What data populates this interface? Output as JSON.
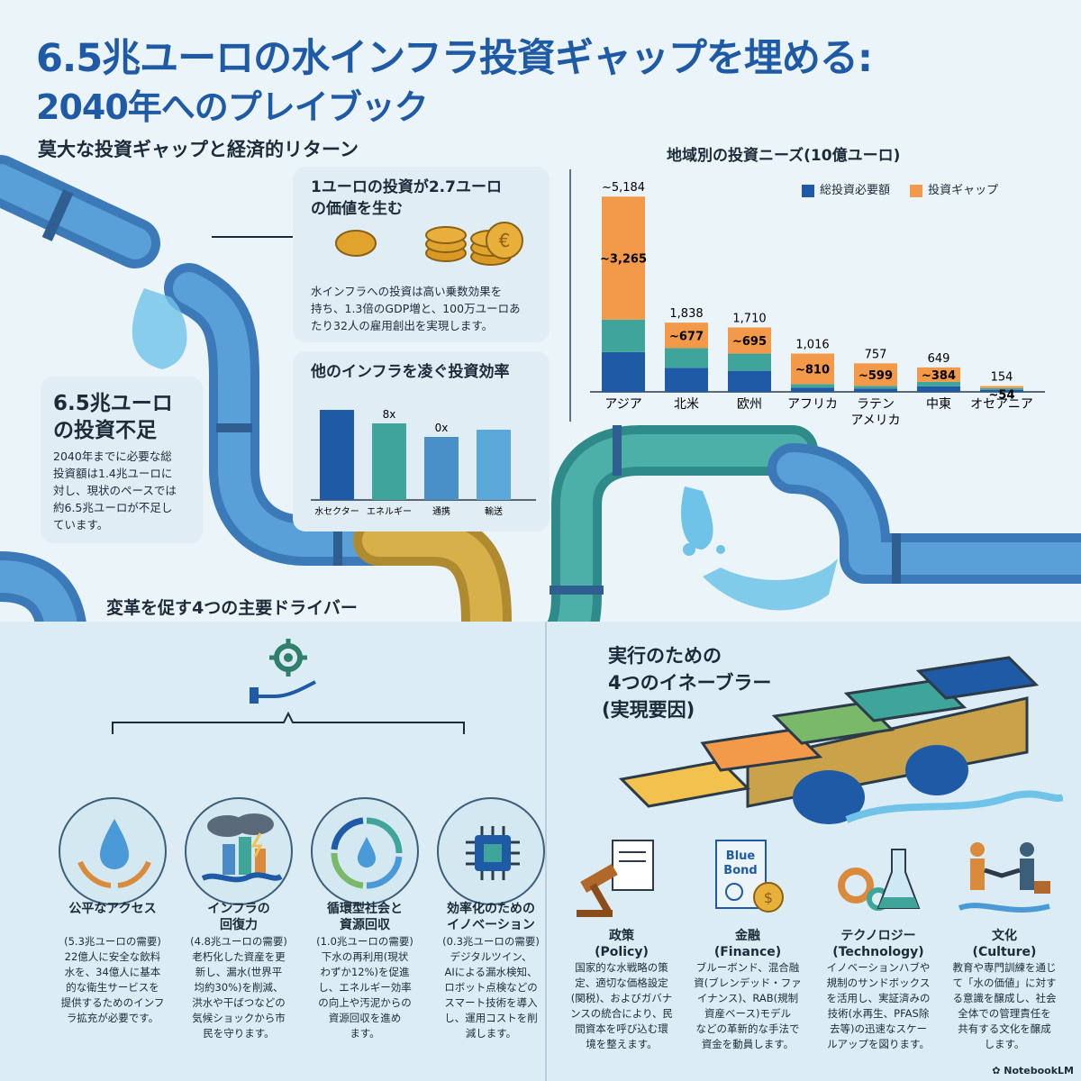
{
  "header": {
    "title_line1": "6.5兆ユーロの水インフラ投資ギャップを埋める:",
    "title_line2": "2040年へのプレイブック"
  },
  "sections": {
    "gap_heading": "莫大な投資ギャップと経済的リターン",
    "drivers_heading": "変革を促す4つの主要ドライバー",
    "enablers_heading_1": "実行のための",
    "enablers_heading_2": "4つのイネーブラー",
    "enablers_heading_3": "(実現要因)"
  },
  "return_card": {
    "title_1": "1ユーロの投資が2.7ユーロ",
    "title_2": "の価値を生む",
    "text_1": "水インフラへの投資は高い乗数効果を",
    "text_2": "持ち、1.3倍のGDP増と、100万ユーロあ",
    "text_3": "たり32人の雇用創出を実現します。"
  },
  "gap_card": {
    "title_1": "6.5兆ユーロ",
    "title_2": "の投資不足",
    "text_1": "2040年までに必要な総",
    "text_2": "投資額は1.4兆ユーロに",
    "text_3": "対し、現状のペースでは",
    "text_4": "約6.5兆ユーロが不足し",
    "text_5": "ています。"
  },
  "efficiency_card": {
    "title": "他のインフラを凌ぐ投資効率",
    "bars": [
      {
        "label": "水セクター",
        "value": 1.0,
        "annotation": ""
      },
      {
        "label": "エネルギー",
        "value": 0.85,
        "annotation": "8x"
      },
      {
        "label": "通携",
        "value": 0.7,
        "annotation": "0x"
      },
      {
        "label": "輸送",
        "value": 0.78,
        "annotation": ""
      }
    ],
    "colors": [
      "#1f5aa6",
      "#3fa59a",
      "#4a90c8",
      "#5aa8d8"
    ]
  },
  "regional_chart": {
    "title": "地域別の投資ニーズ(10億ユーロ)",
    "legend": [
      {
        "name": "総投資必要額",
        "color": "#1f5aa6"
      },
      {
        "name": "投資ギャップ",
        "color": "#f29a4a"
      }
    ],
    "colors": {
      "base": "#1f5aa6",
      "mid": "#3fa59a",
      "gap": "#f29a4a"
    }
  },
  "chart_data": {
    "type": "bar",
    "title": "地域別の投資ニーズ(10億ユーロ)",
    "categories": [
      "アジア",
      "北米",
      "欧州",
      "アフリカ",
      "ラテン\nアメリカ",
      "中東",
      "オセアニア"
    ],
    "category_lines": [
      [
        "アジア"
      ],
      [
        "北米"
      ],
      [
        "欧州"
      ],
      [
        "アフリカ"
      ],
      [
        "ラテン",
        "アメリカ"
      ],
      [
        "中東"
      ],
      [
        "オセアニア"
      ]
    ],
    "totals": [
      5184,
      1838,
      1710,
      1016,
      757,
      649,
      154
    ],
    "total_labels": [
      "~5,184",
      "1,838",
      "1,710",
      "1,016",
      "757",
      "649",
      "154"
    ],
    "gaps": [
      3265,
      677,
      695,
      810,
      599,
      384,
      54
    ],
    "gap_labels": [
      "~3,265",
      "~677",
      "~695",
      "~810",
      "~599",
      "~384",
      "~54"
    ],
    "series": [
      {
        "name": "総投資必要額",
        "values": [
          5184,
          1838,
          1710,
          1016,
          757,
          649,
          154
        ]
      },
      {
        "name": "投資ギャップ",
        "values": [
          3265,
          677,
          695,
          810,
          599,
          384,
          54
        ]
      }
    ],
    "ylim": [
      0,
      5500
    ],
    "legend_position": "top-right"
  },
  "drivers": [
    {
      "title_1": "公平なアクセス",
      "title_2": "",
      "lines": [
        "(5.3兆ユーロの需要)",
        "22億人に安全な飲料",
        "水を、34億人に基本",
        "的な衛生サービスを",
        "提供するためのインフ",
        "ラ拡充が必要です。"
      ],
      "icon": "water-drop-hands-icon"
    },
    {
      "title_1": "インフラの",
      "title_2": "回復力",
      "lines": [
        "(4.8兆ユーロの需要)",
        "老朽化した資産を更",
        "新し、漏水(世界平",
        "均約30%)を削減、",
        "洪水や干ばつなどの",
        "気候ショックから市",
        "民を守ります。"
      ],
      "icon": "storm-city-icon"
    },
    {
      "title_1": "循環型社会と",
      "title_2": "資源回収",
      "lines": [
        "(1.0兆ユーロの需要)",
        "下水の再利用(現状",
        "わずか12%)を促進",
        "し、エネルギー効率",
        "の向上や汚泥からの",
        "資源回収を進め",
        "ます。"
      ],
      "icon": "recycle-drop-icon"
    },
    {
      "title_1": "効率化のための",
      "title_2": "イノベーション",
      "lines": [
        "(0.3兆ユーロの需要)",
        "デジタルツイン、",
        "AIによる漏水検知、",
        "ロボット点検などの",
        "スマート技術を導入",
        "し、運用コストを削",
        "減します。"
      ],
      "icon": "chip-icon"
    }
  ],
  "enablers": [
    {
      "title_1": "政策",
      "title_2": "(Policy)",
      "lines": [
        "国家的な水戦略の策",
        "定、適切な価格設定",
        "(関税)、およびガバナ",
        "ンスの統合により、民",
        "間資本を呼び込む環",
        "境を整えます。"
      ],
      "icon": "gavel-icon"
    },
    {
      "title_1": "金融",
      "title_2": "(Finance)",
      "lines": [
        "ブルーボンド、混合融",
        "資(ブレンデッド・ファ",
        "イナンス)、RAB(規制",
        "資産ベース)モデル",
        "などの革新的な手法で",
        "資金を動員します。"
      ],
      "icon": "blue-bond-icon"
    },
    {
      "title_1": "テクノロジー",
      "title_2": "(Technology)",
      "lines": [
        "イノベーションハブや",
        "規制のサンドボックス",
        "を活用し、実証済みの",
        "技術(水再生、PFAS除",
        "去等)の迅速なスケー",
        "ルアップを図ります。"
      ],
      "icon": "gear-flask-icon"
    },
    {
      "title_1": "文化",
      "title_2": "(Culture)",
      "lines": [
        "教育や専門訓練を通じ",
        "て「水の価値」に対す",
        "る意識を醸成し、社会",
        "全体での管理責任を",
        "共有する文化を醸成",
        "します。"
      ],
      "icon": "handshake-icon"
    }
  ],
  "bond_icon_text": {
    "line1": "Blue",
    "line2": "Bond"
  },
  "footer": {
    "brand": "NotebookLM"
  }
}
